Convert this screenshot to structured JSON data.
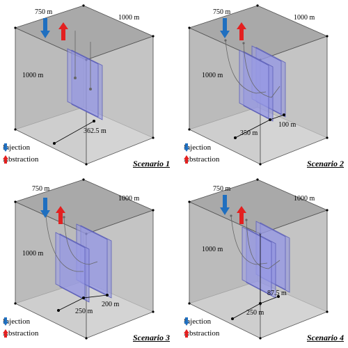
{
  "legend": {
    "injection_label": "Injection",
    "abstraction_label": "Abstraction",
    "injection_color": "#1f6fc0",
    "abstraction_color": "#e32020"
  },
  "panels": [
    {
      "scenario": "Scenario 1",
      "dims": {
        "width": "750 m",
        "depth": "1000 m",
        "height": "1000 m",
        "spacing": "362.5 m"
      }
    },
    {
      "scenario": "Scenario 2",
      "dims": {
        "width": "750 m",
        "depth": "1000 m",
        "height": "1000 m",
        "spacing": "350 m",
        "gap": "100 m"
      }
    },
    {
      "scenario": "Scenario 3",
      "dims": {
        "width": "750 m",
        "depth": "1000 m",
        "height": "1000 m",
        "spacing": "250 m",
        "gap": "200 m"
      }
    },
    {
      "scenario": "Scenario 4",
      "dims": {
        "width": "750 m",
        "depth": "1000 m",
        "height": "1000 m",
        "spacing": "250 m",
        "gap": "87.5 m"
      }
    }
  ]
}
